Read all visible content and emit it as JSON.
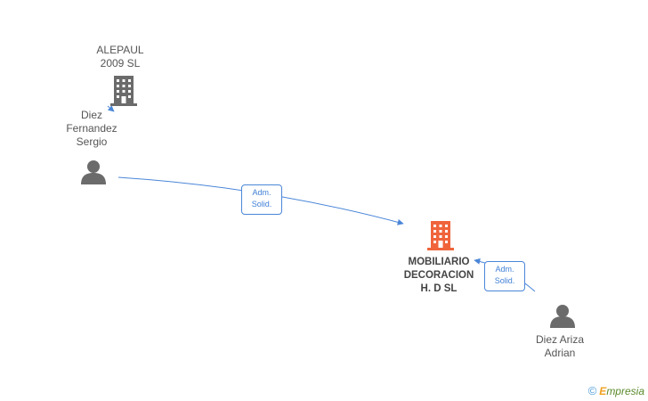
{
  "nodes": {
    "alepaul": {
      "label": "ALEPAUL\n2009 SL",
      "icon": "building-icon",
      "color": "#6b6b6b"
    },
    "diez_fernandez": {
      "label": "Diez\nFernandez\nSergio",
      "icon": "person-icon",
      "color": "#6b6b6b"
    },
    "mobiliario": {
      "label": "MOBILIARIO\nDECORACION\nH. D SL",
      "icon": "building-icon",
      "color": "#f0643c"
    },
    "diez_ariza": {
      "label": "Diez Ariza\nAdrian",
      "icon": "person-icon",
      "color": "#6b6b6b"
    }
  },
  "edges": [
    {
      "from": "diez_fernandez",
      "to": "mobiliario",
      "label": "Adm.\nSolid."
    },
    {
      "from": "diez_ariza",
      "to": "mobiliario",
      "label": "Adm.\nSolid."
    },
    {
      "from": "diez_fernandez",
      "to": "alepaul",
      "label": ""
    }
  ],
  "colors": {
    "edge": "#4a86d8"
  },
  "watermark": {
    "copyright": "©",
    "e_letter": "E",
    "brand_rest": "mpresia"
  }
}
